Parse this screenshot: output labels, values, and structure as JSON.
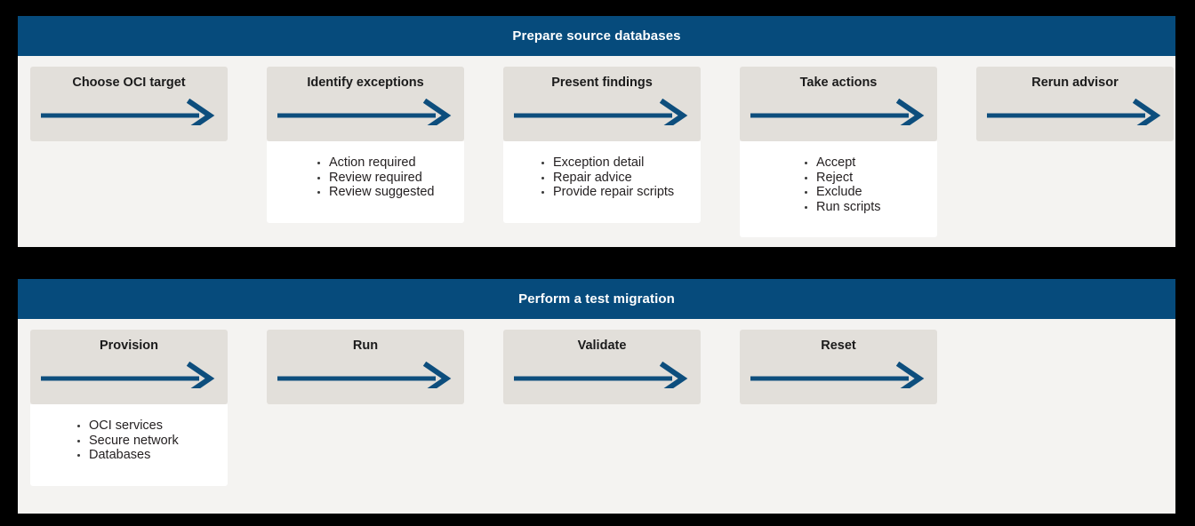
{
  "colors": {
    "header_blue": "#064b7c",
    "box_grey": "#e2dfda",
    "panel_bg": "#f4f3f1",
    "card_white": "#ffffff",
    "text_dark": "#1b1b1b",
    "canvas_black": "#000000"
  },
  "panels": [
    {
      "title": "Prepare source databases",
      "steps": [
        {
          "label": "Choose OCI target",
          "icon": "arrow-right-icon",
          "bullets": []
        },
        {
          "label": "Identify exceptions",
          "icon": "arrow-right-icon",
          "bullets": [
            "Action required",
            "Review required",
            "Review suggested"
          ]
        },
        {
          "label": "Present findings",
          "icon": "arrow-right-icon",
          "bullets": [
            "Exception detail",
            "Repair advice",
            "Provide repair scripts"
          ]
        },
        {
          "label": "Take actions",
          "icon": "arrow-right-icon",
          "bullets": [
            "Accept",
            "Reject",
            "Exclude",
            "Run scripts"
          ]
        },
        {
          "label": "Rerun advisor",
          "icon": "arrow-right-icon",
          "bullets": []
        }
      ]
    },
    {
      "title": "Perform a test migration",
      "steps": [
        {
          "label": "Provision",
          "icon": "arrow-right-icon",
          "bullets": [
            "OCI services",
            "Secure network",
            "Databases"
          ]
        },
        {
          "label": "Run",
          "icon": "arrow-right-icon",
          "bullets": []
        },
        {
          "label": "Validate",
          "icon": "arrow-right-icon",
          "bullets": []
        },
        {
          "label": "Reset",
          "icon": "arrow-right-icon",
          "bullets": []
        }
      ]
    }
  ]
}
